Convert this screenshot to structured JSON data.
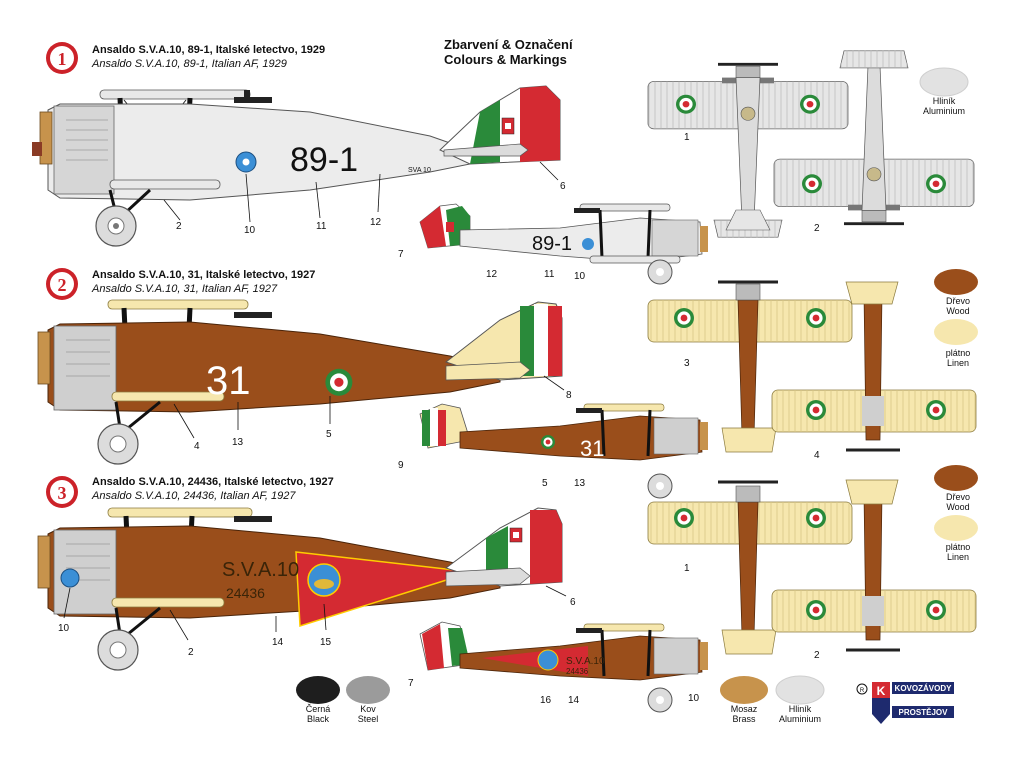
{
  "header": {
    "title_cz": "Zbarvení & Označení",
    "title_en": "Colours & Markings"
  },
  "schemes": [
    {
      "number": "1",
      "title_cz": "Ansaldo S.V.A.10, 89-1, Italské letectvo, 1929",
      "title_en": "Ansaldo S.V.A.10, 89-1, Italian AF, 1929",
      "code": "89-1",
      "fin_code": "SVA 10",
      "callouts_side": [
        "2",
        "10",
        "11",
        "12",
        "6"
      ],
      "callouts_mirror": [
        "7",
        "12",
        "11",
        "10"
      ],
      "callouts_plan": [
        "1",
        "2"
      ]
    },
    {
      "number": "2",
      "title_cz": "Ansaldo S.V.A.10, 31, Italské letectvo, 1927",
      "title_en": "Ansaldo S.V.A.10, 31, Italian AF, 1927",
      "code": "31",
      "callouts_side": [
        "4",
        "13",
        "5",
        "8"
      ],
      "callouts_mirror": [
        "9",
        "5",
        "13"
      ],
      "callouts_plan": [
        "3",
        "4"
      ]
    },
    {
      "number": "3",
      "title_cz": "Ansaldo S.V.A.10, 24436, Italské letectvo, 1927",
      "title_en": "Ansaldo S.V.A.10, 24436, Italian AF, 1927",
      "code": "S.V.A.10",
      "serial": "24436",
      "callouts_side": [
        "10",
        "2",
        "14",
        "15",
        "6"
      ],
      "callouts_mirror": [
        "7",
        "16",
        "14",
        "10"
      ],
      "callouts_plan": [
        "1",
        "2"
      ]
    }
  ],
  "swatches": {
    "aluminium": {
      "cz": "Hliník",
      "en": "Aluminium",
      "color": "#e2e2e2"
    },
    "wood": {
      "cz": "Dřevo",
      "en": "Wood",
      "color": "#9a4e1b"
    },
    "linen": {
      "cz": "plátno",
      "en": "Linen",
      "color": "#f6e7ae"
    },
    "black": {
      "cz": "Černá",
      "en": "Black",
      "color": "#1e1e1e"
    },
    "steel": {
      "cz": "Kov",
      "en": "Steel",
      "color": "#9b9b9b"
    },
    "brass": {
      "cz": "Mosaz",
      "en": "Brass",
      "color": "#c7934c"
    }
  },
  "brand": {
    "line1": "KOVOZÁVODY",
    "line2": "PROSTĚJOV",
    "mark": "K"
  },
  "colors": {
    "italian_green": "#2a8a3a",
    "italian_red": "#d42a32",
    "aluminium": "#e6e6e6",
    "wood": "#9a4e1b",
    "linen": "#f6e7ae",
    "badge_red": "#cc2229"
  }
}
